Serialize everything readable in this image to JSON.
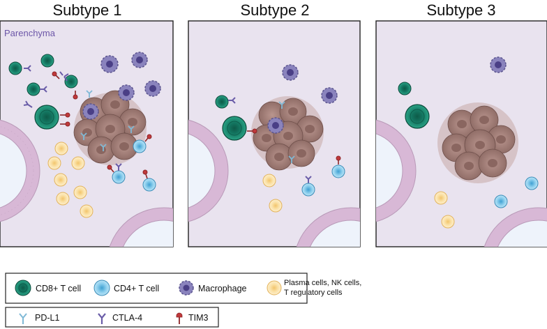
{
  "panels": [
    {
      "title": "Subtype 1",
      "region_label": "Parenchyma"
    },
    {
      "title": "Subtype 2"
    },
    {
      "title": "Subtype 3"
    }
  ],
  "legend": {
    "cells": [
      {
        "icon": "cd8-t-cell-icon",
        "label": "CD8+ T cell"
      },
      {
        "icon": "cd4-t-cell-icon",
        "label": "CD4+ T cell"
      },
      {
        "icon": "macrophage-icon",
        "label": "Macrophage"
      },
      {
        "icon": "plasma-nk-treg-cell-icon",
        "label_line1": "Plasma cells, NK cells,",
        "label_line2": "T regulatory cells"
      }
    ],
    "receptors": [
      {
        "icon": "pd-l1-icon",
        "label": "PD-L1"
      },
      {
        "icon": "ctla-4-icon",
        "label": "CTLA-4"
      },
      {
        "icon": "tim3-icon",
        "label": "TIM3"
      }
    ]
  },
  "colors": {
    "panel_bg": "#e9e3ef",
    "cd8_t_cell": "#1f8a6e",
    "cd4_t_cell": "#8fd0ee",
    "macrophage": "#7a72b0",
    "plasma_nk_treg": "#fbe2a8",
    "tumor": "#a8857e",
    "tissue": "#d8b8d6",
    "tim3": "#c0393b",
    "receptor_ab": "#6a5da8",
    "pd_l1": "#b8dcef"
  }
}
